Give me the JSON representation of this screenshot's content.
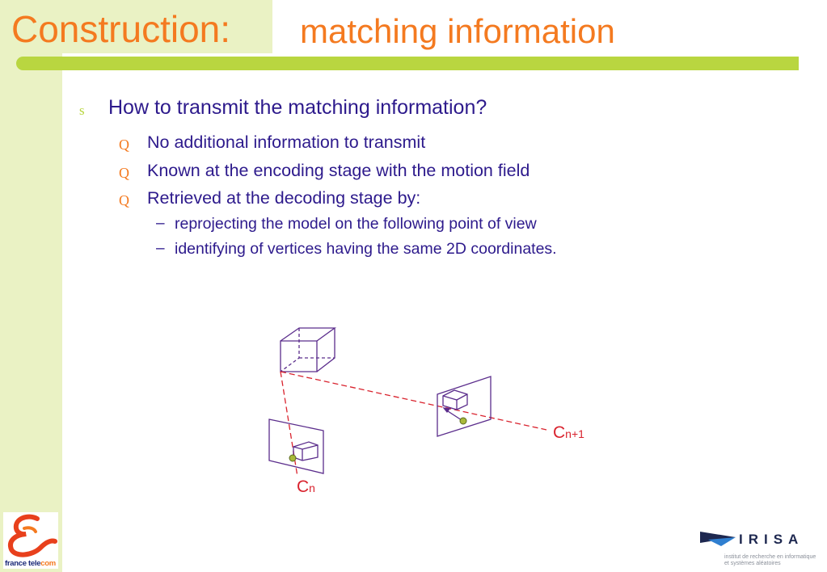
{
  "slide": {
    "title_main": "Construction:",
    "title_sub": "matching information",
    "colors": {
      "title": "#f47a20",
      "body_text": "#2d1a8c",
      "accent_bar": "#b9d640",
      "sidebar": "#eaf2c4",
      "diagram_lines": "#5b2d8c",
      "dashed_rays": "#d9232e",
      "marker": "#a9b93a"
    }
  },
  "bullets": {
    "level1_glyph": "s",
    "level2_glyph": "Q",
    "level3_glyph": "–",
    "main": "How to transmit the matching information?",
    "sub": [
      "No additional information to transmit",
      "Known at the encoding stage with the motion field",
      "Retrieved at the decoding stage by:"
    ],
    "subsub": [
      "reprojecting the model on the following point of view",
      "identifying of vertices having the same 2D coordinates."
    ]
  },
  "diagram": {
    "camera_n": {
      "base": "C",
      "subscript": "n"
    },
    "camera_n1": {
      "base": "C",
      "subscript": "n+1"
    }
  },
  "logos": {
    "france_telecom": {
      "text_main": "france tele",
      "text_accent": "com",
      "icon": "ampersand-e-logo-icon"
    },
    "irisa": {
      "word": "IRISA",
      "tagline_line1": "institut de recherche en informatique",
      "tagline_line2": "et systèmes aléatoires",
      "icon": "irisa-pennant-icon"
    }
  }
}
